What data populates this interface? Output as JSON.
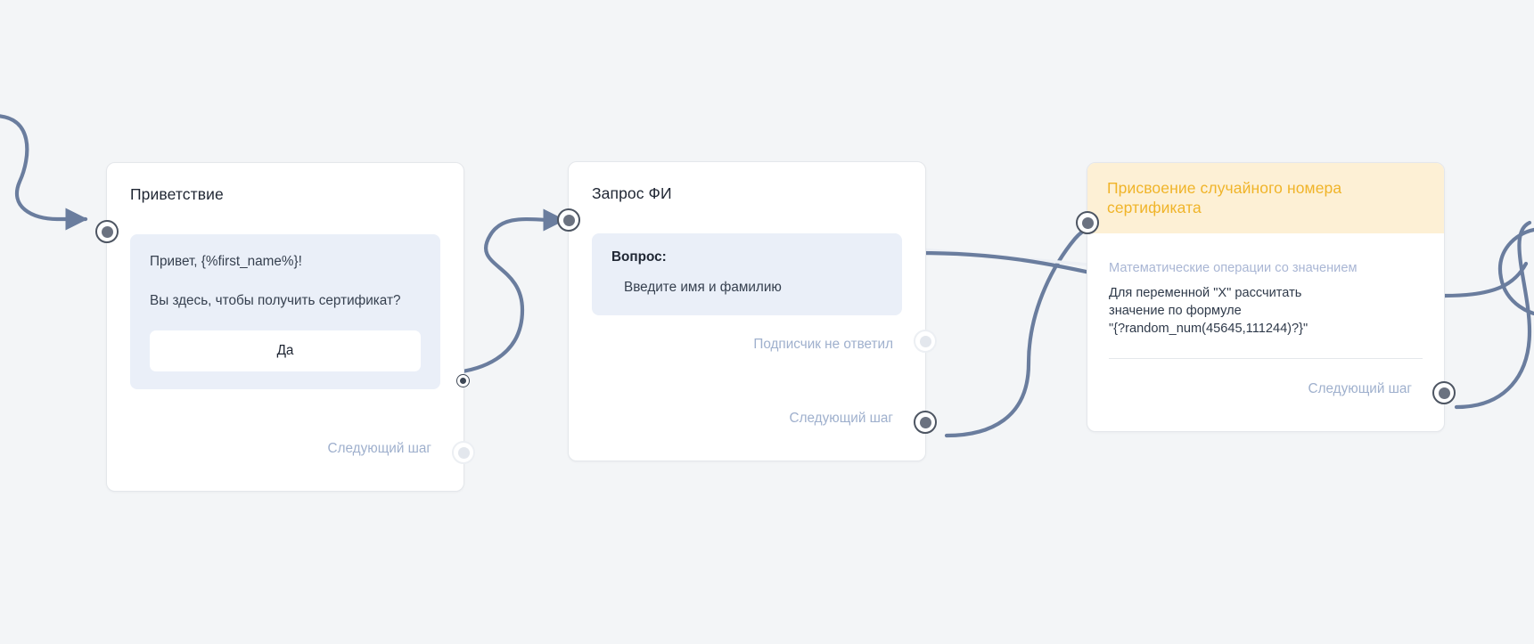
{
  "canvas": {
    "background_color": "#f3f5f7",
    "edge_color": "#6a7d9e",
    "accent_color": "#f0b429",
    "bubble_color": "#eaeff8",
    "muted_text_color": "#9fb0cd"
  },
  "nodes": [
    {
      "id": "greeting",
      "title": "Приветствие",
      "input_port_name": "input-port",
      "message_lines": [
        "Привет, {%first_name%}!",
        "Вы здесь, чтобы получить сертификат?"
      ],
      "reply_button": "Да",
      "footer": {
        "label": "Следующий шаг",
        "port_state": "idle"
      }
    },
    {
      "id": "ask-name",
      "title": "Запрос ФИ",
      "input_port_name": "input-port",
      "question_label": "Вопрос:",
      "question_value": "Введите имя и фамилию",
      "no_reply": {
        "label": "Подписчик не ответил",
        "port_state": "idle"
      },
      "footer": {
        "label": "Следующий шаг",
        "port_state": "active"
      }
    },
    {
      "id": "random-cert-number",
      "title": "Присвоение случайного номера сертификата",
      "input_port_name": "input-port",
      "plugin_kind": "Математические операции со значением",
      "plugin_description": "Для переменной \"X\" рассчитать\nзначение по формуле\n\"{?random_num(45645,111244)?}\"",
      "footer": {
        "label": "Следующий шаг",
        "port_state": "active"
      }
    }
  ]
}
